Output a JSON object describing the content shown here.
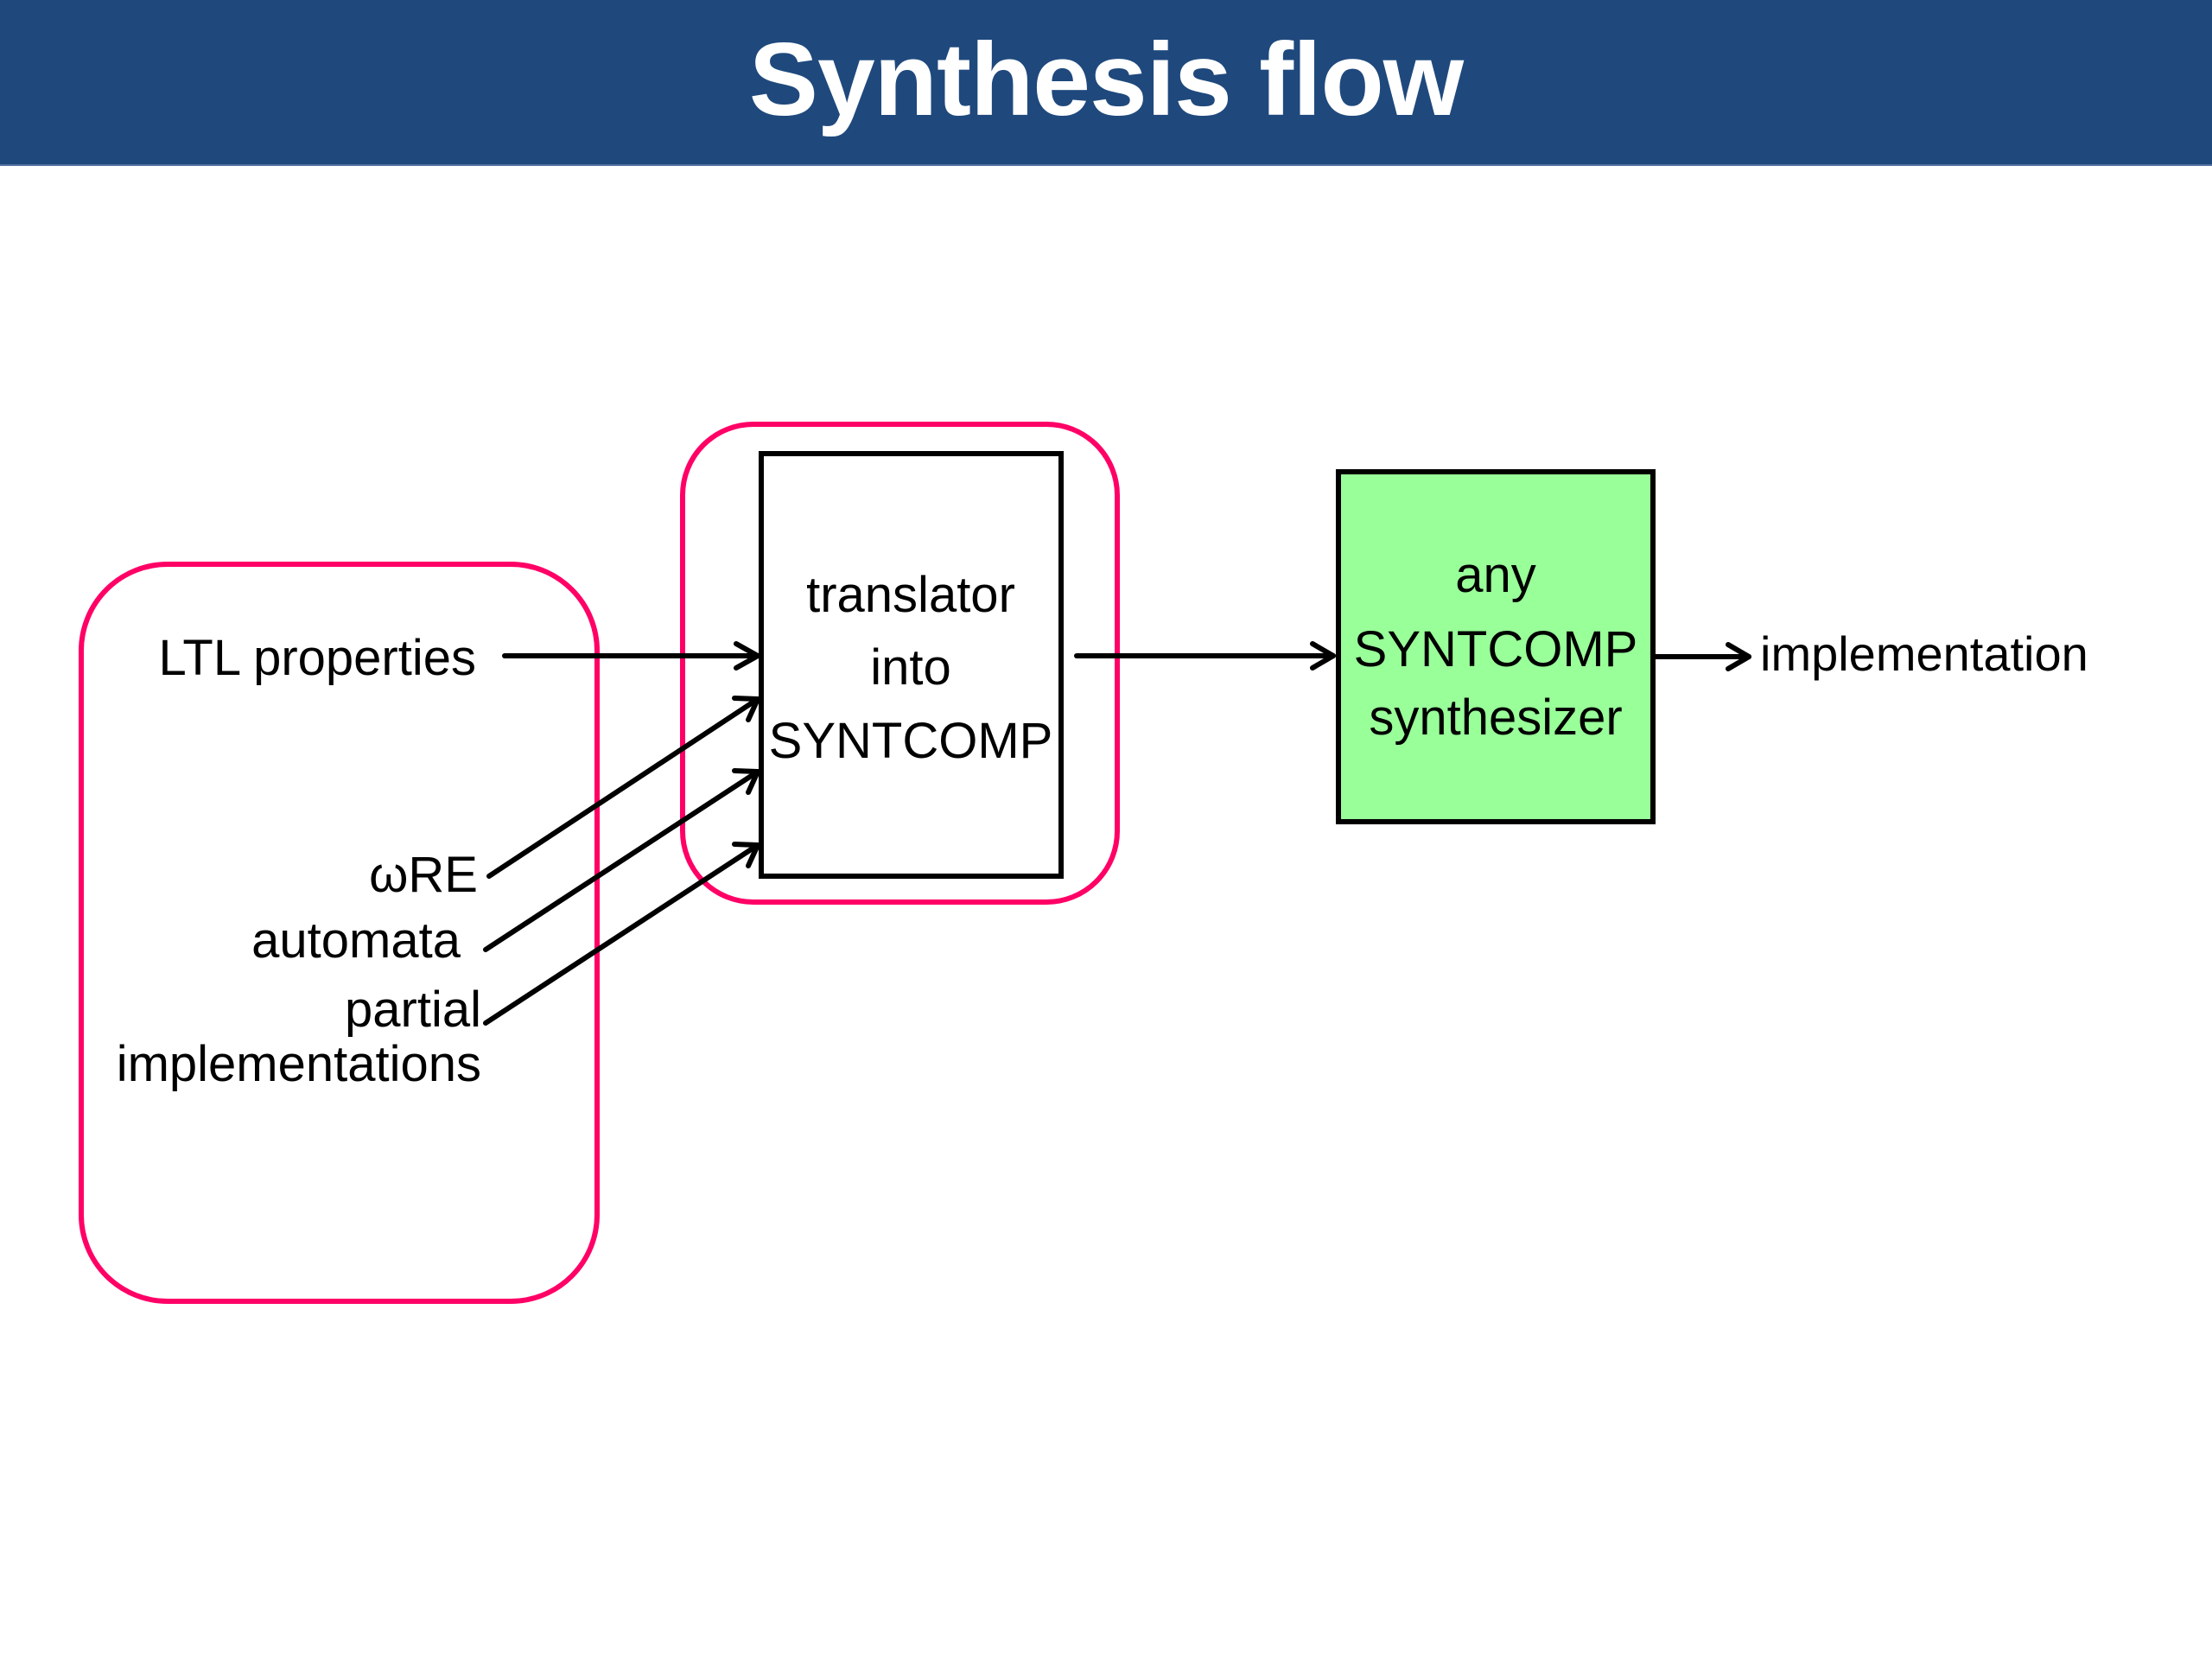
{
  "slide": {
    "title": "Synthesis flow"
  },
  "colors": {
    "header_bg": "#1F497D",
    "highlight": "#FF0066",
    "synthesizer_fill": "#99FF99"
  },
  "inputs": {
    "ltl": "LTL properties",
    "wre": "ωRE",
    "automata": "automata",
    "partial_line1": "partial",
    "partial_line2": "implementations"
  },
  "translator": {
    "lines": [
      "translator",
      "into",
      "SYNTCOMP"
    ]
  },
  "synthesizer": {
    "lines": [
      "any",
      "SYNTCOMP",
      "synthesizer"
    ]
  },
  "output": {
    "label": "implementation"
  }
}
